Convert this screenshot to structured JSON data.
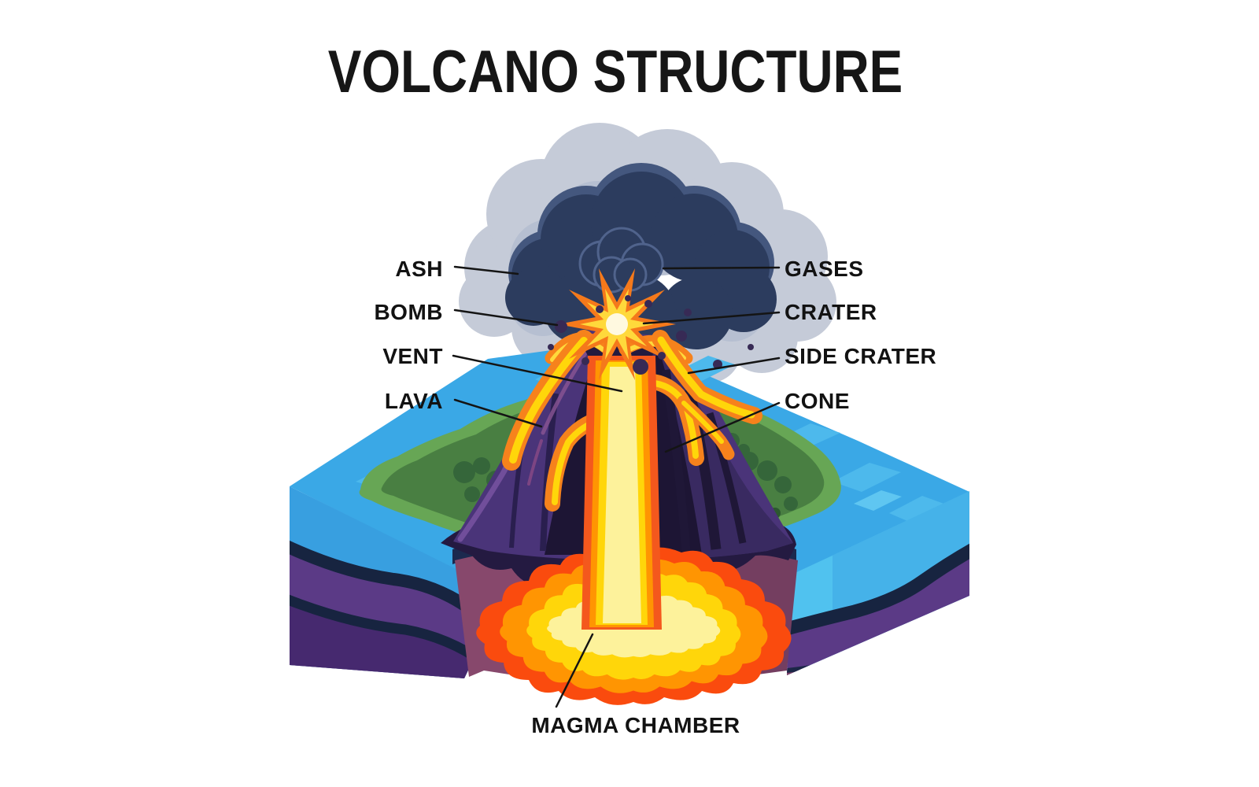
{
  "title": "VOLCANO STRUCTURE",
  "labels": {
    "ash": "ASH",
    "bomb": "BOMB",
    "vent": "VENT",
    "lava": "LAVA",
    "gases": "GASES",
    "crater": "CRATER",
    "side_crater": "SIDE CRATER",
    "cone": "CONE",
    "magma_chamber": "MAGMA CHAMBER"
  },
  "palette": {
    "background": "#ffffff",
    "text": "#121212",
    "ash_cloud": "#c5cbd8",
    "ash_cloud_inner": "#b6bfd1",
    "gas_cloud": "#2c3c5e",
    "gas_cloud_rim": "#44577e",
    "sea_surface": "#3aa8e6",
    "sea_face_left": "#389fe0",
    "sea_face_right": "#45b2e9",
    "sea_face_light": "#54c5f0",
    "sediment_navy": "#172440",
    "crust_purple": "#5b3a86",
    "crust_deep_purple": "#46296f",
    "crust_maroon": "#7d4166",
    "cut_face_left": "#87486c",
    "cut_face_right": "#743e60",
    "island_green": "#497f42",
    "island_rim": "#67a655",
    "bushes": "#35663a",
    "cone_purple": "#4a3479",
    "cone_dark": "#1d1534",
    "cone_base": "#241a41",
    "lava_orange": "#f6821c",
    "lava_deep_orange": "#f4581d",
    "lava_yellow": "#ffd60a",
    "lava_pale": "#fdf29b",
    "magma_red": "#fa4b0e",
    "magma_orange": "#ff9502",
    "star_outer": "#f5791b",
    "star_mid": "#ffd93b",
    "star_center": "#fff9e0",
    "bomb_dot": "#372a55"
  }
}
